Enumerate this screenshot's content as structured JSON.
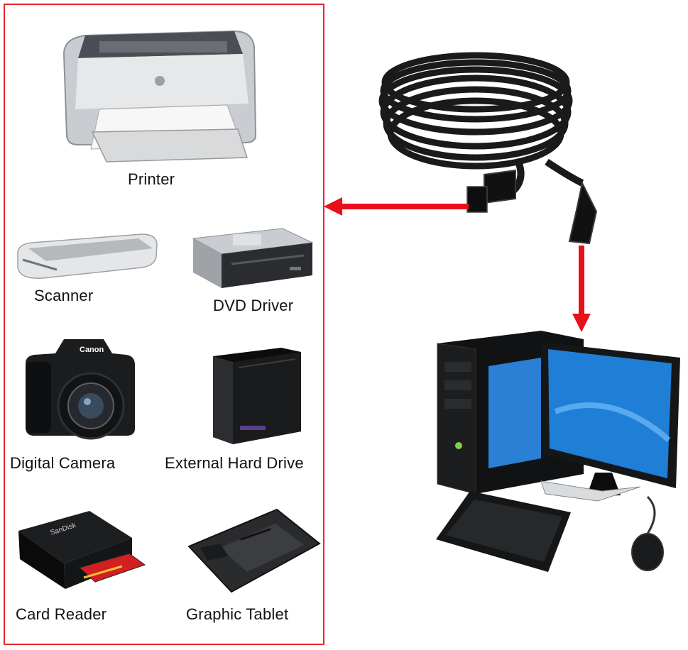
{
  "devices": [
    {
      "label": "Printer",
      "icon": "printer-icon"
    },
    {
      "label": "Scanner",
      "icon": "scanner-icon"
    },
    {
      "label": "DVD Driver",
      "icon": "dvd-drive-icon"
    },
    {
      "label": "Digital Camera",
      "icon": "camera-icon"
    },
    {
      "label": "External Hard Drive",
      "icon": "hard-drive-icon"
    },
    {
      "label": "Card Reader",
      "icon": "card-reader-icon"
    },
    {
      "label": "Graphic Tablet",
      "icon": "graphic-tablet-icon"
    }
  ],
  "branding": {
    "camera_brand": "Canon",
    "card_reader_brand": "SanDisk"
  },
  "colors": {
    "border": "#e8282a",
    "arrow": "#e8101a",
    "cable": "#1a1a1a",
    "screen": "#1f7fd6"
  }
}
